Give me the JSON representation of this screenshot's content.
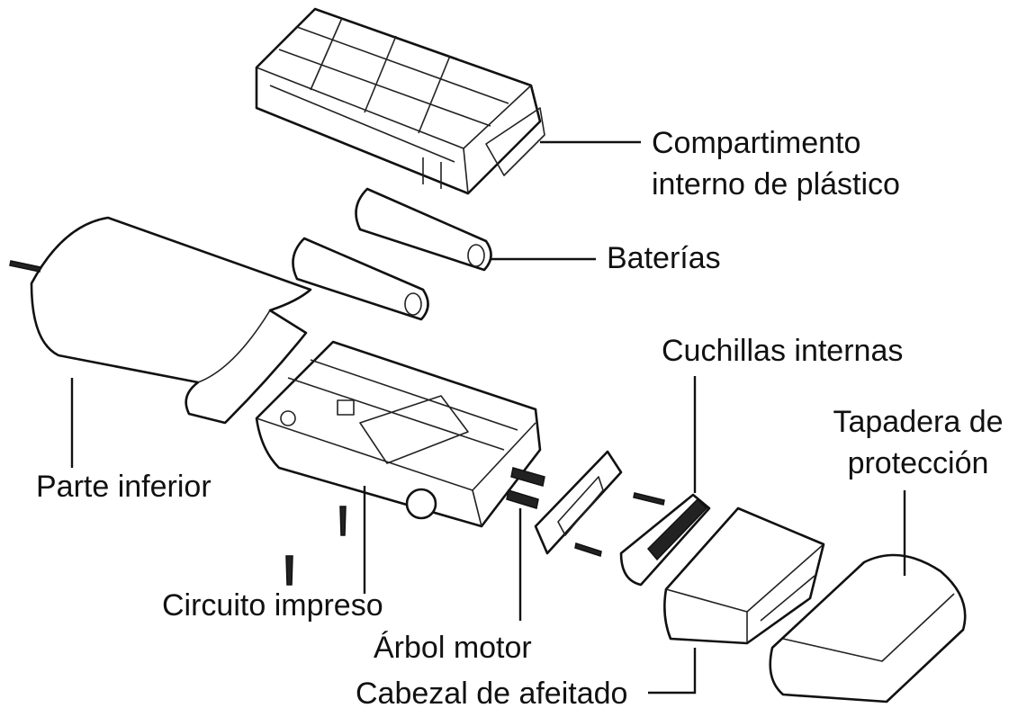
{
  "labels": {
    "plastic_compartment": [
      "Compartimento",
      "interno de plástico"
    ],
    "batteries": "Baterías",
    "inner_blades": "Cuchillas internas",
    "protective_cover": [
      "Tapadera de",
      "protección"
    ],
    "bottom_part": "Parte inferior",
    "circuit_board": "Circuito impreso",
    "motor_shaft": "Árbol motor",
    "shaving_head": "Cabezal de afeitado"
  },
  "colors": {
    "line": "#111111",
    "background": "#ffffff"
  }
}
